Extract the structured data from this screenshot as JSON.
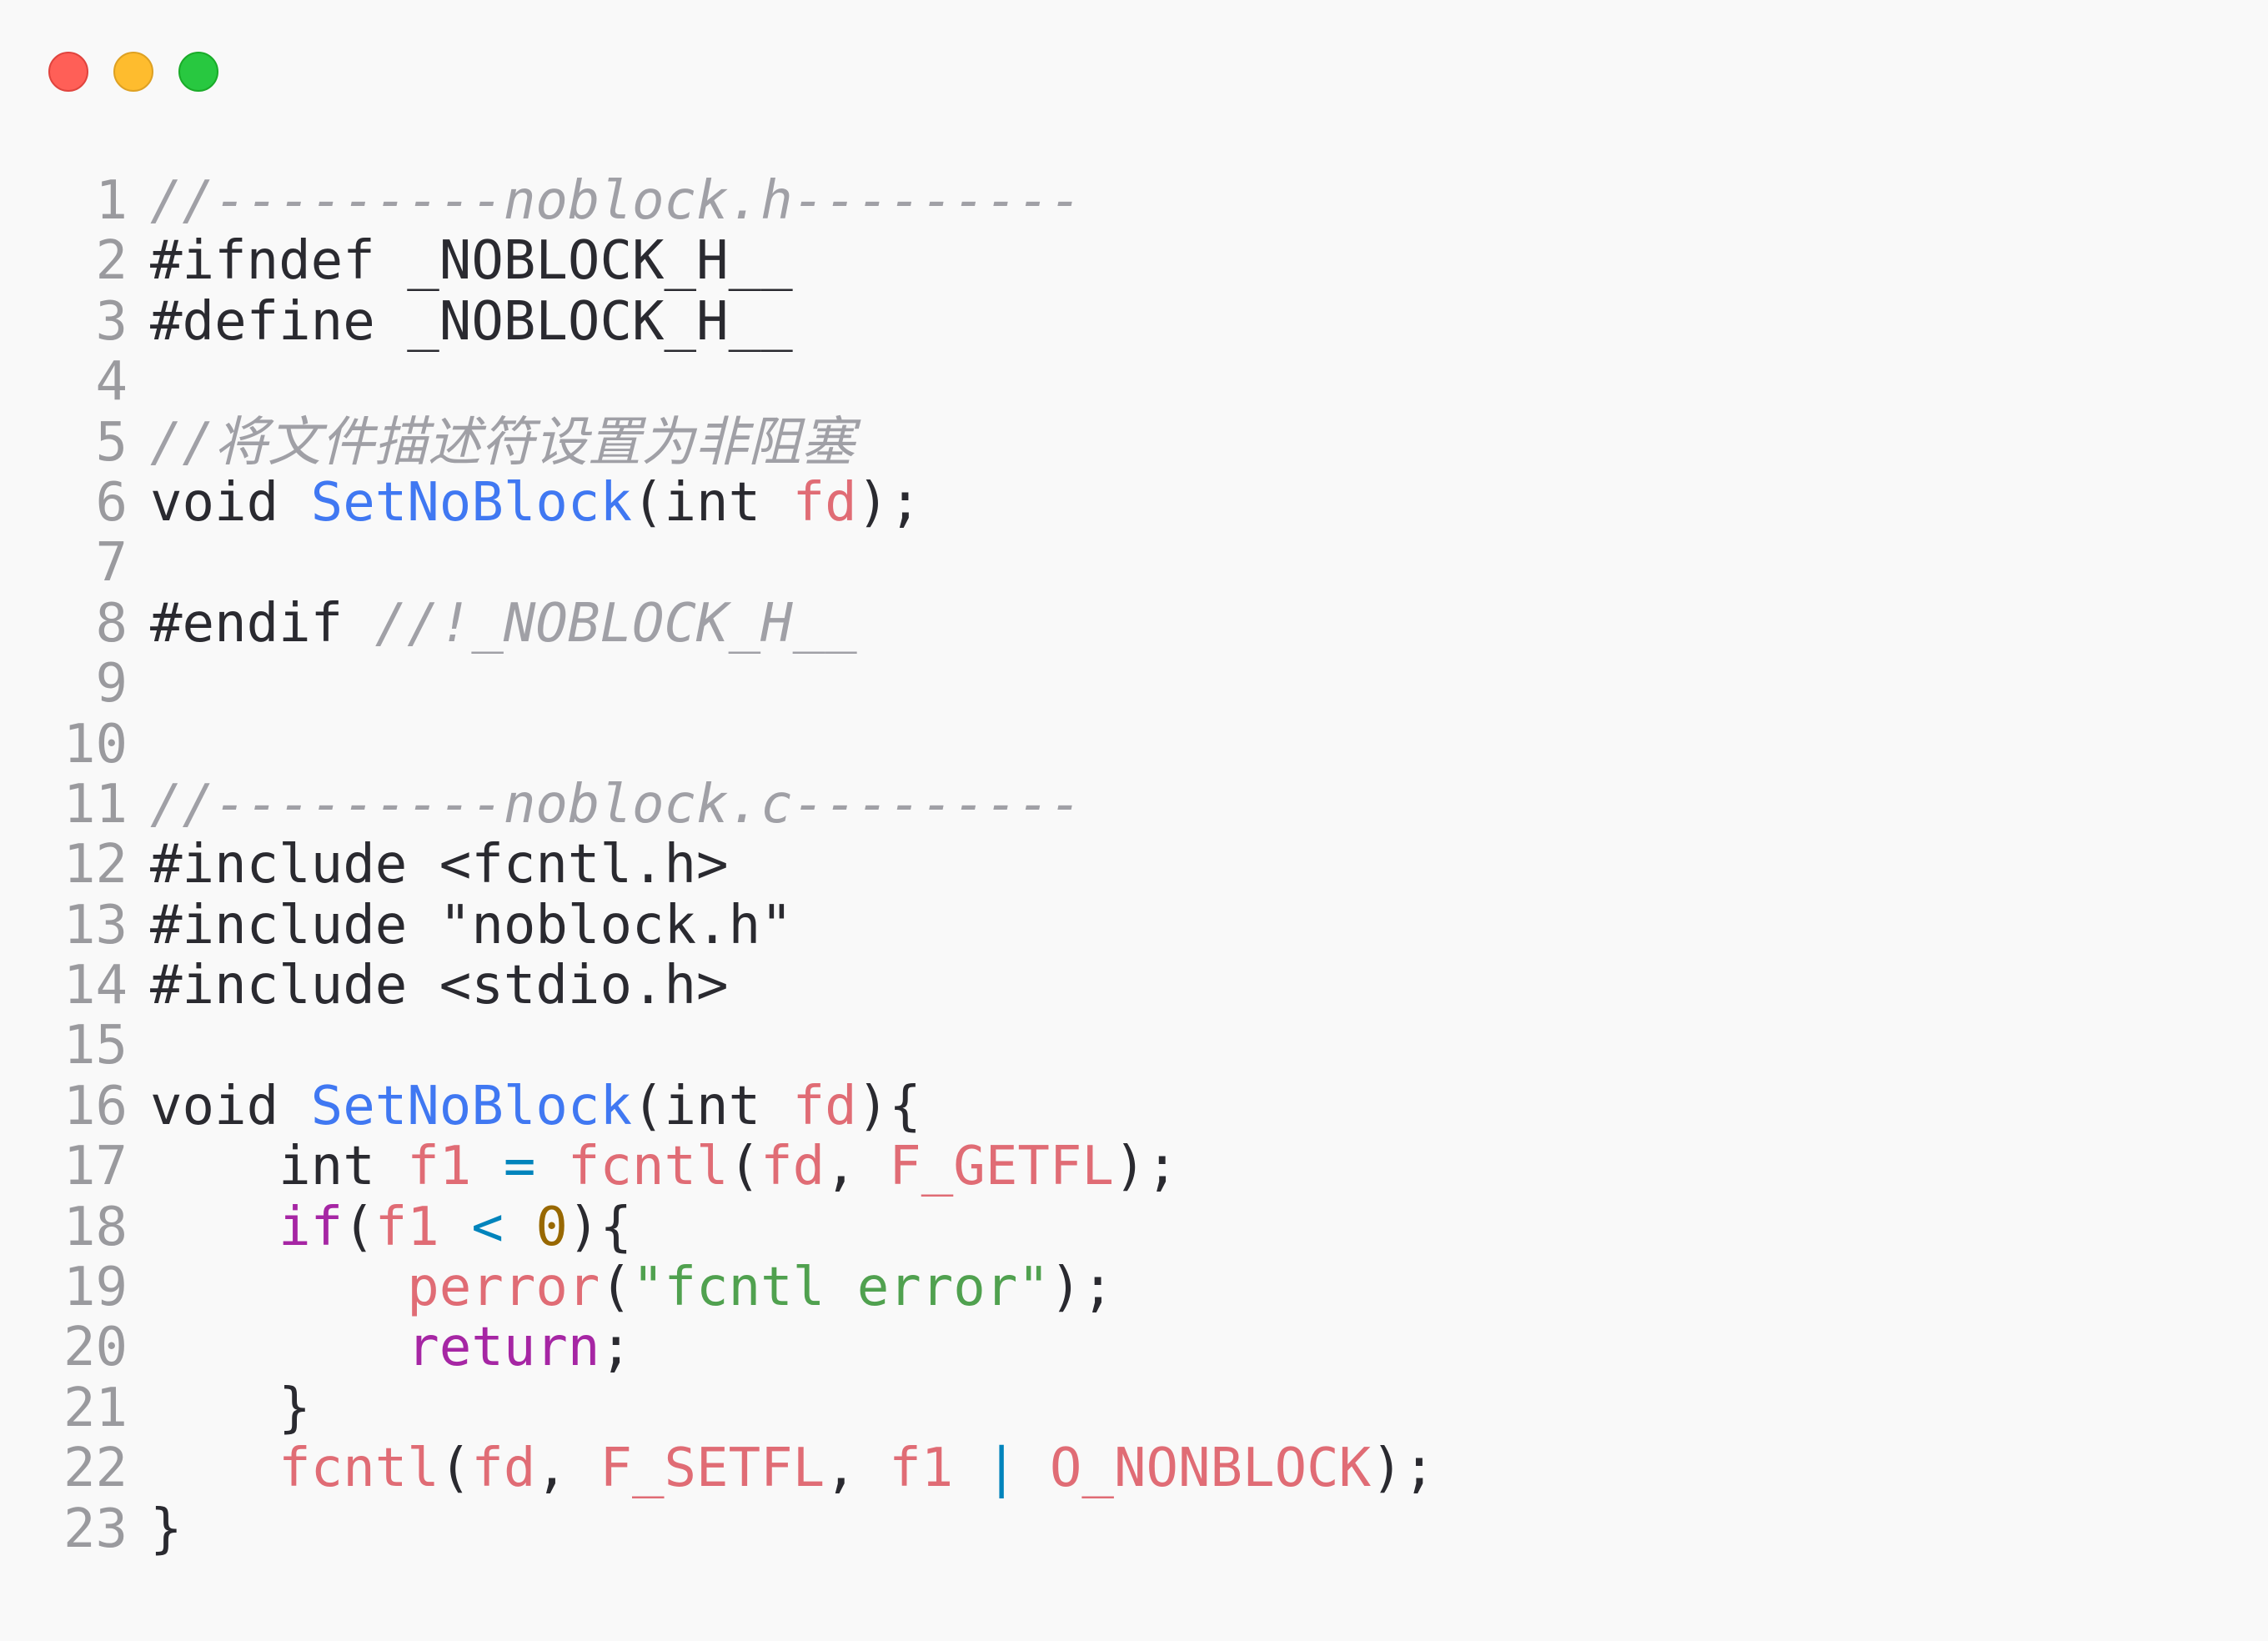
{
  "window": {
    "controls": [
      "close",
      "minimize",
      "maximize"
    ]
  },
  "colors": {
    "comment": "#a0a0a6",
    "function": "#4078f2",
    "variable": "#e06c75",
    "keyword": "#a626a4",
    "operator": "#0184bc",
    "number": "#986801",
    "string": "#50a14f",
    "text": "#2a2a30"
  },
  "lines": [
    {
      "num": "1",
      "tokens": [
        [
          "comment",
          "//---------noblock.h---------"
        ]
      ]
    },
    {
      "num": "2",
      "tokens": [
        [
          "plain",
          "#ifndef _NOBLOCK_H__"
        ]
      ]
    },
    {
      "num": "3",
      "tokens": [
        [
          "plain",
          "#define _NOBLOCK_H__"
        ]
      ]
    },
    {
      "num": "4",
      "tokens": []
    },
    {
      "num": "5",
      "tokens": [
        [
          "comment",
          "//将文件描述符设置为非阻塞"
        ]
      ]
    },
    {
      "num": "6",
      "tokens": [
        [
          "plain",
          "void "
        ],
        [
          "func",
          "SetNoBlock"
        ],
        [
          "plain",
          "(int "
        ],
        [
          "var",
          "fd"
        ],
        [
          "plain",
          ");"
        ]
      ]
    },
    {
      "num": "7",
      "tokens": []
    },
    {
      "num": "8",
      "tokens": [
        [
          "plain",
          "#endif "
        ],
        [
          "comment",
          "//!_NOBLOCK_H__"
        ]
      ]
    },
    {
      "num": "9",
      "tokens": []
    },
    {
      "num": "10",
      "tokens": []
    },
    {
      "num": "11",
      "tokens": [
        [
          "comment",
          "//---------noblock.c---------"
        ]
      ]
    },
    {
      "num": "12",
      "tokens": [
        [
          "plain",
          "#include <fcntl.h>"
        ]
      ]
    },
    {
      "num": "13",
      "tokens": [
        [
          "plain",
          "#include \"noblock.h\""
        ]
      ]
    },
    {
      "num": "14",
      "tokens": [
        [
          "plain",
          "#include <stdio.h>"
        ]
      ]
    },
    {
      "num": "15",
      "tokens": []
    },
    {
      "num": "16",
      "tokens": [
        [
          "plain",
          "void "
        ],
        [
          "func",
          "SetNoBlock"
        ],
        [
          "plain",
          "(int "
        ],
        [
          "var",
          "fd"
        ],
        [
          "plain",
          "){"
        ]
      ]
    },
    {
      "num": "17",
      "tokens": [
        [
          "plain",
          "    int "
        ],
        [
          "var",
          "f1"
        ],
        [
          "plain",
          " "
        ],
        [
          "op",
          "="
        ],
        [
          "plain",
          " "
        ],
        [
          "var",
          "fcntl"
        ],
        [
          "plain",
          "("
        ],
        [
          "var",
          "fd"
        ],
        [
          "plain",
          ", "
        ],
        [
          "var",
          "F_GETFL"
        ],
        [
          "plain",
          ");"
        ]
      ]
    },
    {
      "num": "18",
      "tokens": [
        [
          "plain",
          "    "
        ],
        [
          "kw",
          "if"
        ],
        [
          "plain",
          "("
        ],
        [
          "var",
          "f1"
        ],
        [
          "plain",
          " "
        ],
        [
          "op",
          "<"
        ],
        [
          "plain",
          " "
        ],
        [
          "num",
          "0"
        ],
        [
          "plain",
          "){"
        ]
      ]
    },
    {
      "num": "19",
      "tokens": [
        [
          "plain",
          "        "
        ],
        [
          "var",
          "perror"
        ],
        [
          "plain",
          "("
        ],
        [
          "str",
          "\"fcntl error\""
        ],
        [
          "plain",
          ");"
        ]
      ]
    },
    {
      "num": "20",
      "tokens": [
        [
          "plain",
          "        "
        ],
        [
          "kw",
          "return"
        ],
        [
          "plain",
          ";"
        ]
      ]
    },
    {
      "num": "21",
      "tokens": [
        [
          "plain",
          "    }"
        ]
      ]
    },
    {
      "num": "22",
      "tokens": [
        [
          "plain",
          "    "
        ],
        [
          "var",
          "fcntl"
        ],
        [
          "plain",
          "("
        ],
        [
          "var",
          "fd"
        ],
        [
          "plain",
          ", "
        ],
        [
          "var",
          "F_SETFL"
        ],
        [
          "plain",
          ", "
        ],
        [
          "var",
          "f1"
        ],
        [
          "plain",
          " "
        ],
        [
          "op",
          "|"
        ],
        [
          "plain",
          " "
        ],
        [
          "var",
          "O_NONBLOCK"
        ],
        [
          "plain",
          ");"
        ]
      ]
    },
    {
      "num": "23",
      "tokens": [
        [
          "plain",
          "}"
        ]
      ]
    }
  ]
}
